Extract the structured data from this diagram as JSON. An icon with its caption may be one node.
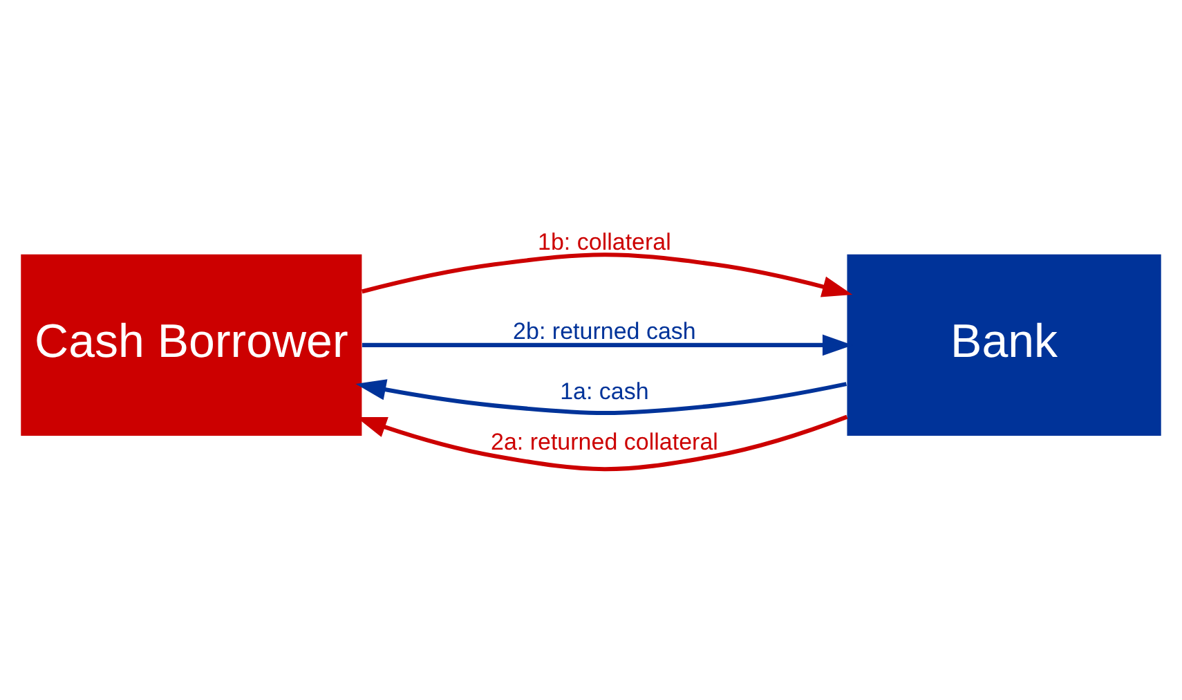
{
  "diagram": {
    "nodes": [
      {
        "text": [
          "Cash Borrower"
        ]
      },
      {
        "text": [
          "Bank"
        ]
      }
    ],
    "edges": [
      {
        "from": 1,
        "to": 0,
        "arrow": "to",
        "label": "1a: cash",
        "color": "#003399"
      },
      {
        "from": 0,
        "to": 1,
        "arrow": "to",
        "label": "1b: collateral",
        "color": "#cc0000"
      },
      {
        "from": 1,
        "to": 0,
        "arrow": "to",
        "label": "2a: returned collateral",
        "color": "#cc0000"
      },
      {
        "from": 0,
        "to": 1,
        "arrow": "to",
        "label": "2b: returned cash",
        "color": "#003399"
      }
    ]
  }
}
